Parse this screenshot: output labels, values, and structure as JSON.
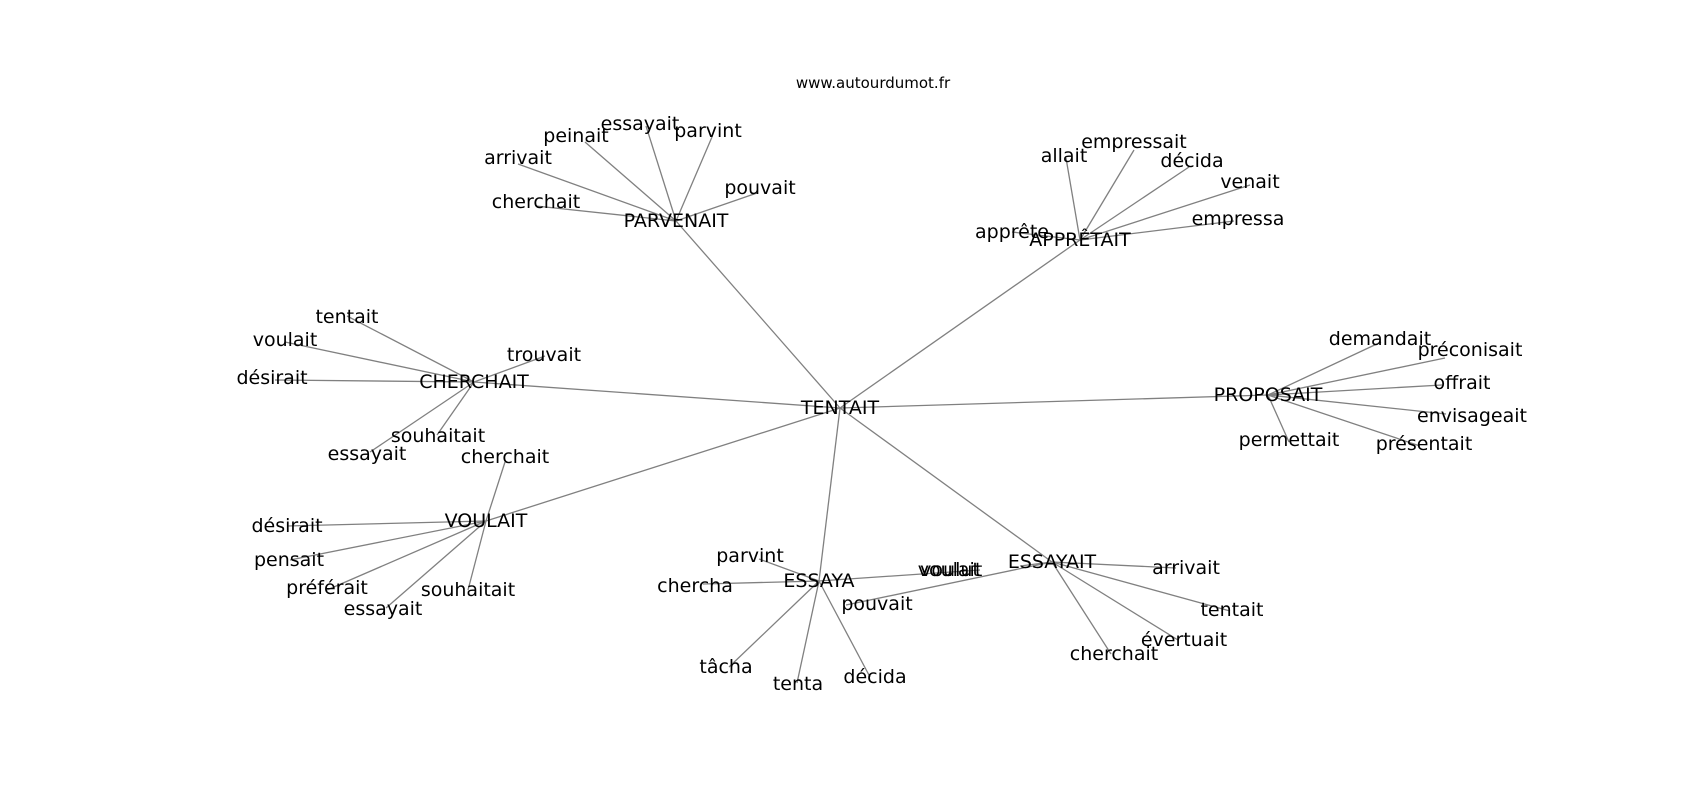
{
  "source": "www.autourdumot.fr",
  "graph": {
    "center": "TENTAIT",
    "groups": [
      {
        "hub": "PARVENAIT",
        "leaves": [
          "cherchait",
          "arrivait",
          "peinait",
          "essayait",
          "parvint",
          "pouvait"
        ]
      },
      {
        "hub": "APPRÊTAIT",
        "leaves": [
          "apprête",
          "allait",
          "empressait",
          "décida",
          "venait",
          "empressa"
        ]
      },
      {
        "hub": "CHERCHAIT",
        "leaves": [
          "tentait",
          "voulait",
          "désirait",
          "trouvait",
          "souhaitait",
          "essayait"
        ]
      },
      {
        "hub": "PROPOSAIT",
        "leaves": [
          "demandait",
          "préconisait",
          "offrait",
          "envisageait",
          "présentait",
          "permettait"
        ]
      },
      {
        "hub": "VOULAIT",
        "leaves": [
          "cherchait",
          "désirait",
          "pensait",
          "préférait",
          "essayait",
          "souhaitait"
        ]
      },
      {
        "hub": "ESSAYA",
        "leaves": [
          "parvint",
          "chercha",
          "tâcha",
          "tenta",
          "décida",
          "voulut"
        ]
      },
      {
        "hub": "ESSAYAIT",
        "leaves": [
          "voulait",
          "pouvait",
          "arrivait",
          "tentait",
          "évertuait",
          "cherchait"
        ]
      }
    ]
  }
}
